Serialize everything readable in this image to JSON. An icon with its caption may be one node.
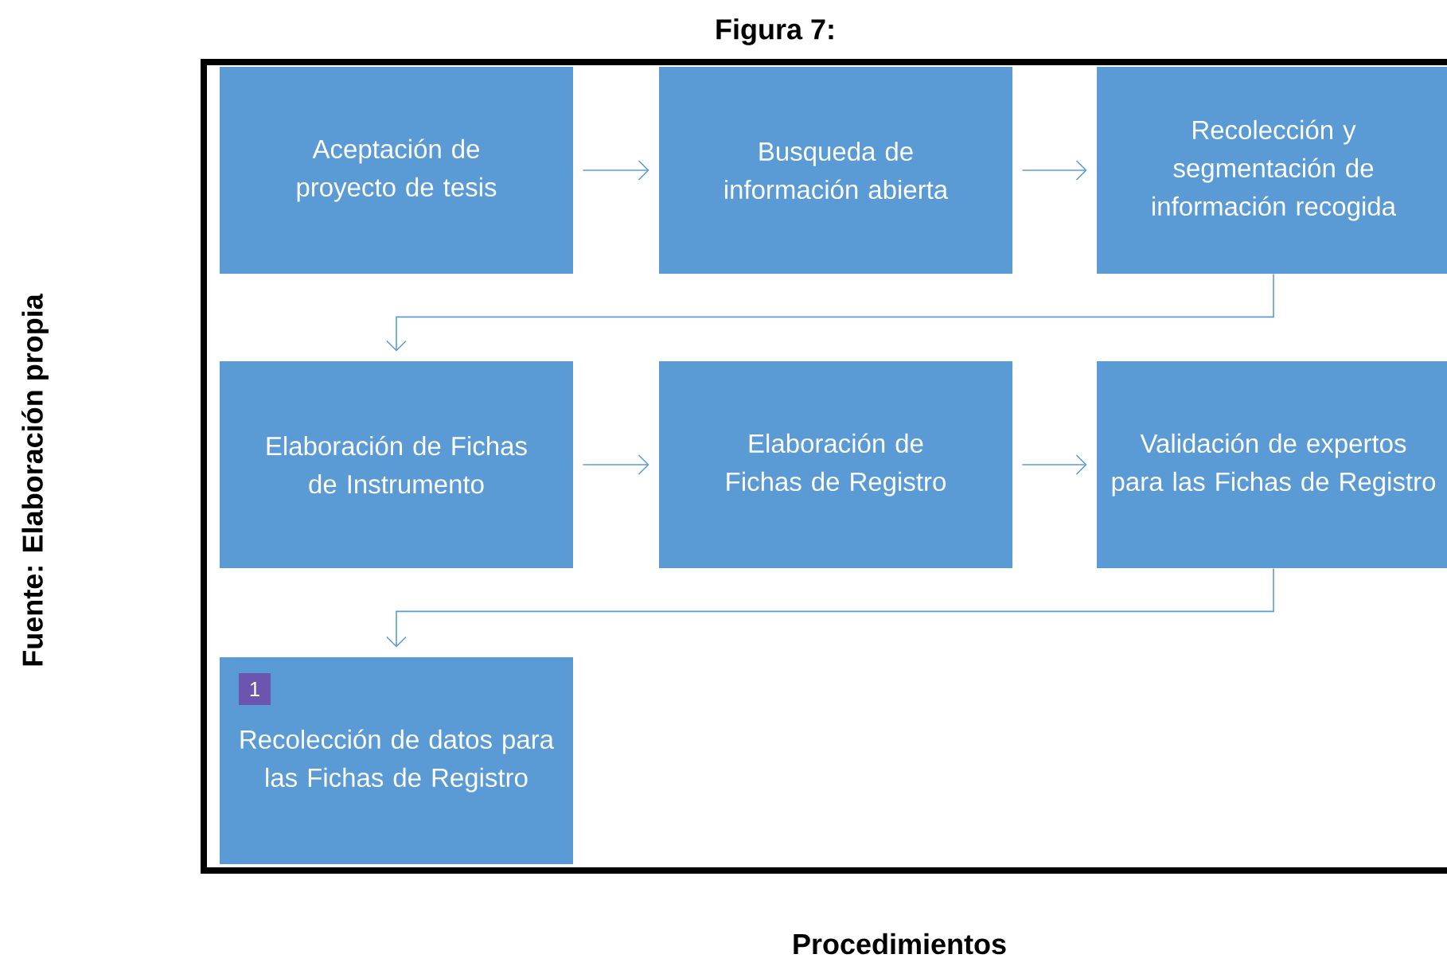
{
  "diagram": {
    "title": "Figura 7:",
    "nodes": [
      {
        "text": [
          "Aceptación de proyecto de tesis"
        ]
      },
      {
        "text": [
          "Busqueda de información abierta"
        ]
      },
      {
        "text": [
          "Recolección y segmentación de información recogida"
        ]
      },
      {
        "text": [
          "Elaboración de Fichas de Instrumento"
        ]
      },
      {
        "text": [
          "Elaboración de Fichas de Registro"
        ]
      },
      {
        "text": [
          "Validación de expertos para las Fichas de Registro"
        ]
      },
      {
        "text": [
          "1",
          "Recolección de datos para las Fichas de Registro"
        ]
      }
    ],
    "edges": [
      {
        "from": 0,
        "to": 1,
        "arrow": "to"
      },
      {
        "from": 1,
        "to": 2,
        "arrow": "to"
      },
      {
        "from": 2,
        "to": 3,
        "arrow": "to"
      },
      {
        "from": 3,
        "to": 4,
        "arrow": "to"
      },
      {
        "from": 4,
        "to": 5,
        "arrow": "to"
      },
      {
        "from": 5,
        "to": 6,
        "arrow": "to"
      }
    ],
    "labels": [
      "Fuente: Elaboración propia",
      "Procedimientos"
    ]
  }
}
